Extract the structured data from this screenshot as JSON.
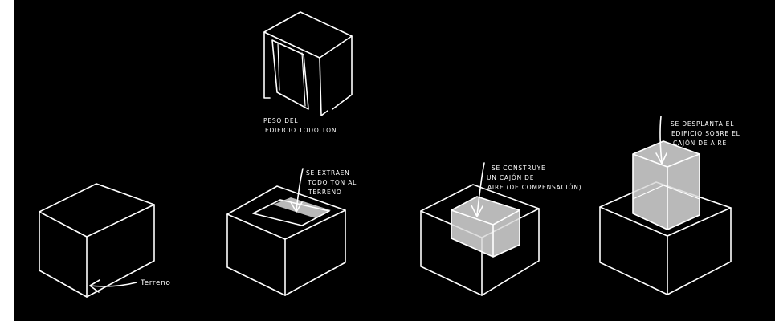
{
  "colors": {
    "background": "#000000",
    "stroke": "#ffffff",
    "shaded_fill": "#d9d9d9"
  },
  "annotations": {
    "building_weight": {
      "line1": "PESO DEL",
      "line2": "EDIFICIO TODO TON"
    },
    "excavation": {
      "line1": "SE EXTRAEN",
      "line2": "TODO TON AL",
      "line3": "TERRENO"
    },
    "caisson": {
      "line1": "SE CONSTRUYE",
      "line2": "UN CAJÓN DE",
      "line3": "AIRE (DE COMPENSACIÓN)"
    },
    "displacement": {
      "line1": "SE DESPLANTA EL",
      "line2": "EDIFICIO SOBRE EL",
      "line3": "CAJÓN DE AIRE"
    },
    "ground": {
      "label": "Terreno"
    }
  }
}
